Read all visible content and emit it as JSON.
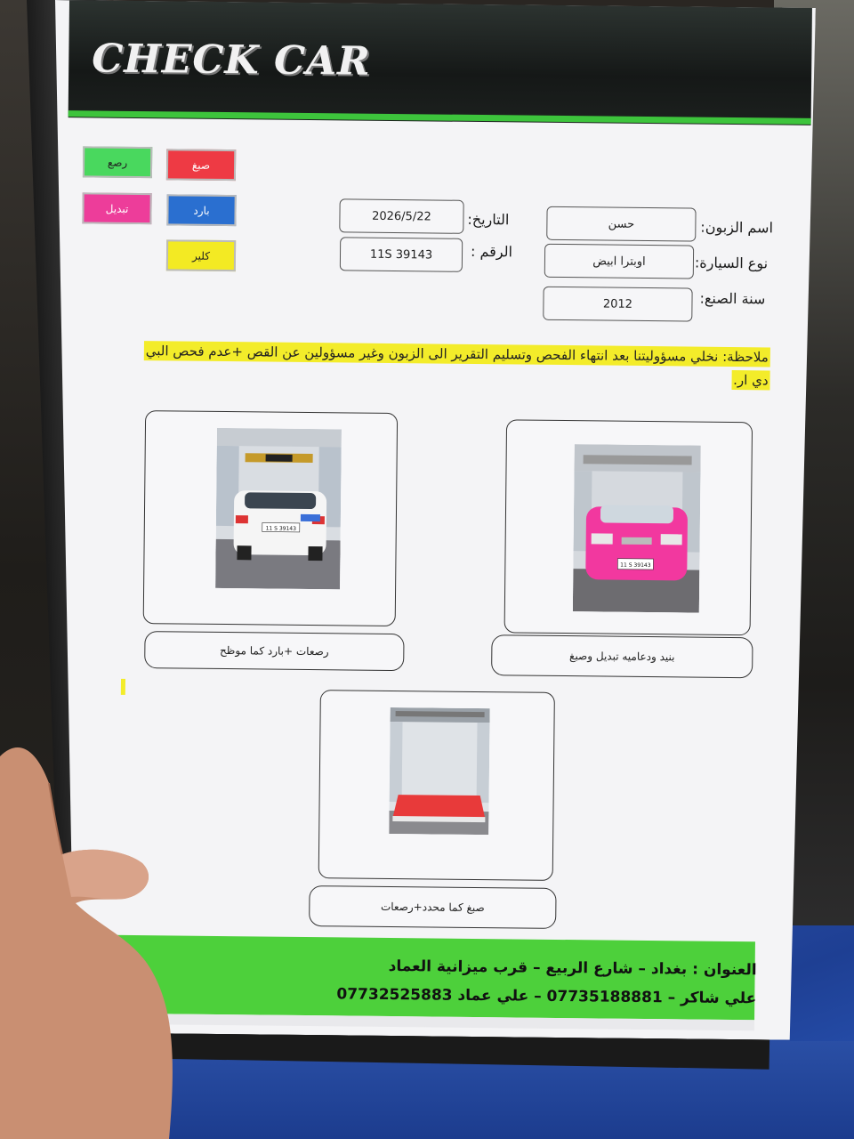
{
  "header": {
    "logo": "CHECK CAR",
    "accent_color": "#3dc43c"
  },
  "legend": [
    {
      "label": "رصع",
      "color": "#49d85e"
    },
    {
      "label": "صبغ",
      "color": "#ee3a44"
    },
    {
      "label": "تبديل",
      "color": "#ed3d9a"
    },
    {
      "label": "بارد",
      "color": "#2a6fd0"
    },
    {
      "label": "كلير",
      "color": "#f3ea23"
    }
  ],
  "form": {
    "customer_label": "اسم الزبون:",
    "customer_value": "حسن",
    "car_type_label": "نوع السيارة:",
    "car_type_value": "اوبترا ابيض",
    "year_label": "سنة الصنع:",
    "year_value": "2012",
    "date_label": "التاريخ:",
    "date_value": "2026/5/22",
    "plate_label": "الرقم :",
    "plate_value": "11S 39143"
  },
  "note": {
    "line1": "ملاحظة: نخلي مسؤوليتنا بعد انتهاء الفحص وتسليم التقرير الى الزبون وغير مسؤولين عن القص +عدم فحص البي",
    "line2": "دي ار."
  },
  "photos": [
    {
      "caption": "رصعات +بارد كما موظح",
      "plate_text": "11 S 39143"
    },
    {
      "caption": "بنيد ودعاميه تبديل وصبغ",
      "plate_text": "11 S 39143"
    },
    {
      "caption": "صبغ كما محدد+رصعات"
    }
  ],
  "footer": {
    "address": "العنوان : بغداد – شارع الربيع – قرب ميزانية العماد",
    "phones": "علي شاكر – 07735188881 – علي عماد 07732525883",
    "color": "#4dd03b"
  }
}
